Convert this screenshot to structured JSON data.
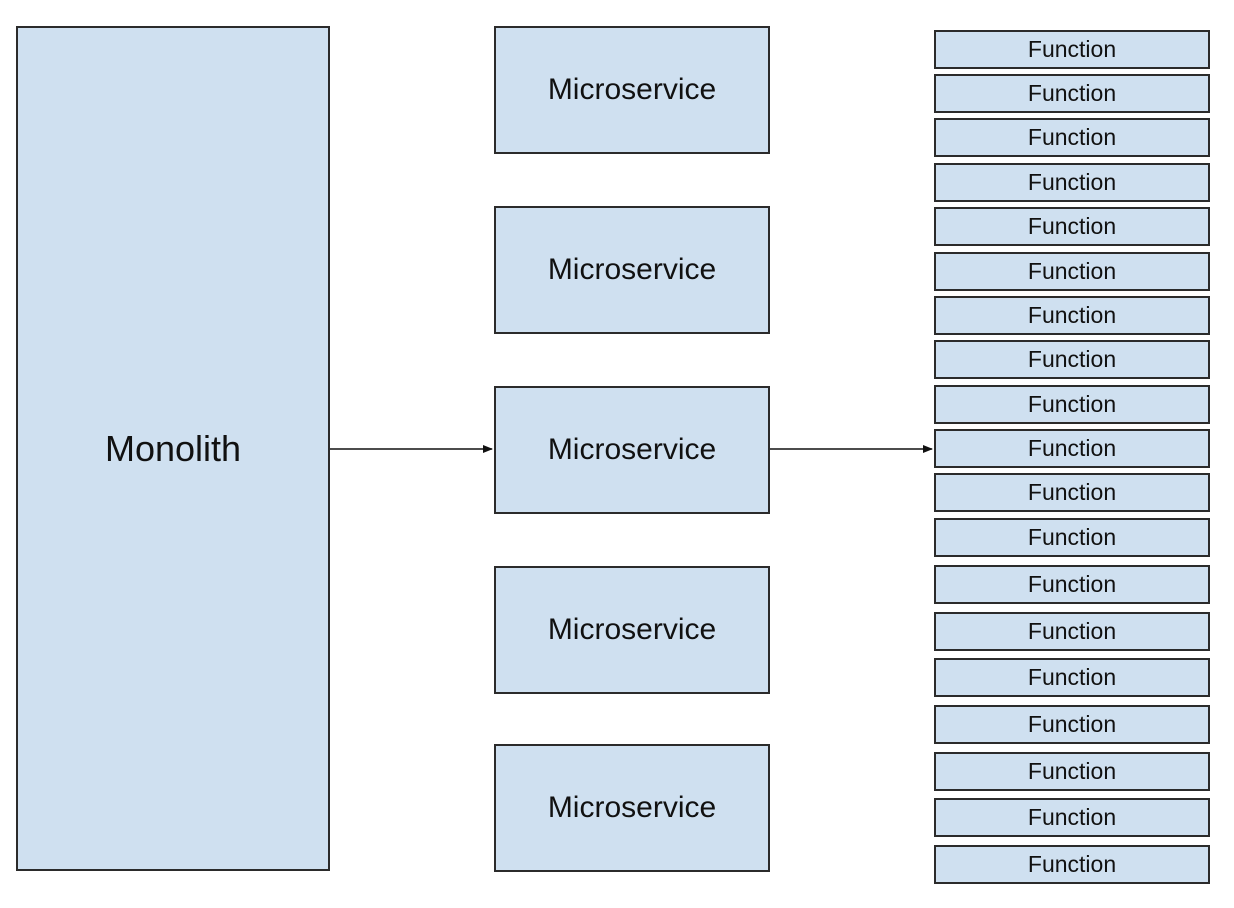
{
  "colors": {
    "box_fill": "#cfe0f0",
    "box_border": "#2b2b2b",
    "arrow": "#111111"
  },
  "monolith": {
    "label": "Monolith"
  },
  "microservices": [
    {
      "label": "Microservice"
    },
    {
      "label": "Microservice"
    },
    {
      "label": "Microservice"
    },
    {
      "label": "Microservice"
    },
    {
      "label": "Microservice"
    }
  ],
  "functions": [
    {
      "label": "Function"
    },
    {
      "label": "Function"
    },
    {
      "label": "Function"
    },
    {
      "label": "Function"
    },
    {
      "label": "Function"
    },
    {
      "label": "Function"
    },
    {
      "label": "Function"
    },
    {
      "label": "Function"
    },
    {
      "label": "Function"
    },
    {
      "label": "Function"
    },
    {
      "label": "Function"
    },
    {
      "label": "Function"
    },
    {
      "label": "Function"
    },
    {
      "label": "Function"
    },
    {
      "label": "Function"
    },
    {
      "label": "Function"
    },
    {
      "label": "Function"
    },
    {
      "label": "Function"
    },
    {
      "label": "Function"
    }
  ]
}
